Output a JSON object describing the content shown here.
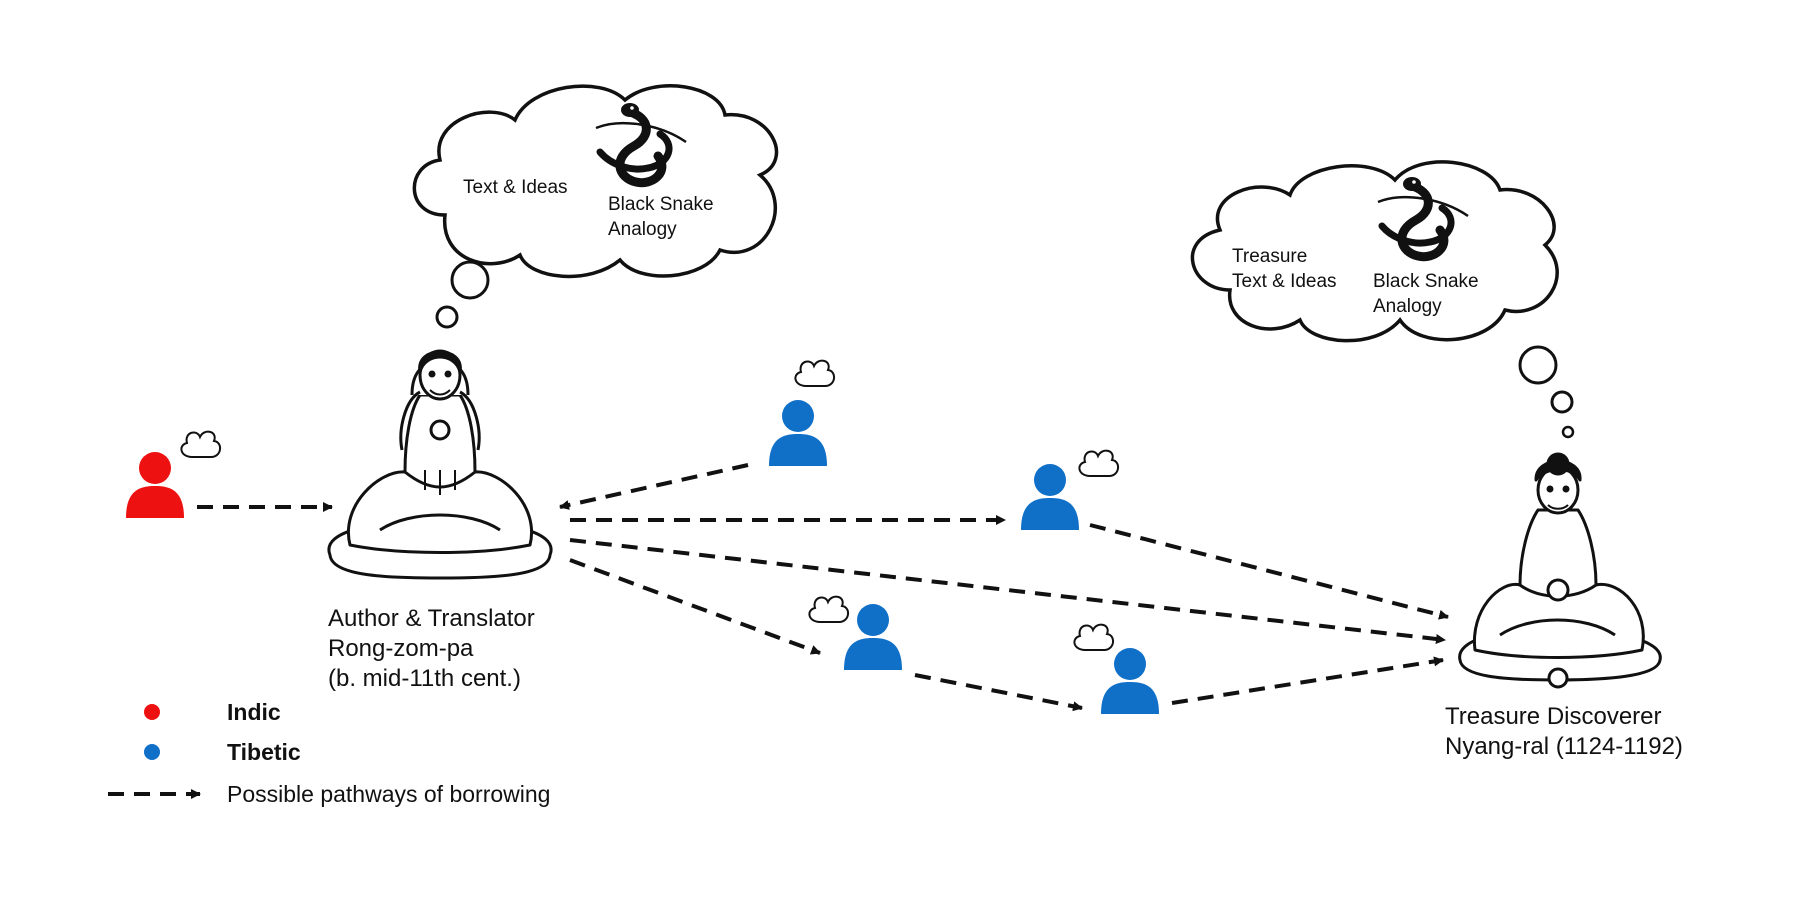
{
  "colors": {
    "indic": "#ee1111",
    "tibetic": "#1070c8",
    "line": "#111111"
  },
  "clouds": {
    "left": {
      "text": "Text & Ideas",
      "snake_line1": "Black Snake",
      "snake_line2": "Analogy"
    },
    "right": {
      "text_line1": "Treasure",
      "text_line2": "Text & Ideas",
      "snake_line1": "Black Snake",
      "snake_line2": "Analogy"
    }
  },
  "figures": {
    "left": {
      "line1": "Author & Translator",
      "line2": "Rong-zom-pa",
      "line3": "(b. mid-11th cent.)"
    },
    "right": {
      "line1": "Treasure Discoverer",
      "line2": "Nyang-ral (1124-1192)"
    }
  },
  "legend": {
    "indic_label": "Indic",
    "tibetic_label": "Tibetic",
    "pathway_label": "Possible pathways of borrowing"
  },
  "icons": [
    "person-icon",
    "thought-bubble-icon",
    "black-snake-icon",
    "seated-master-icon",
    "arrow-icon"
  ]
}
